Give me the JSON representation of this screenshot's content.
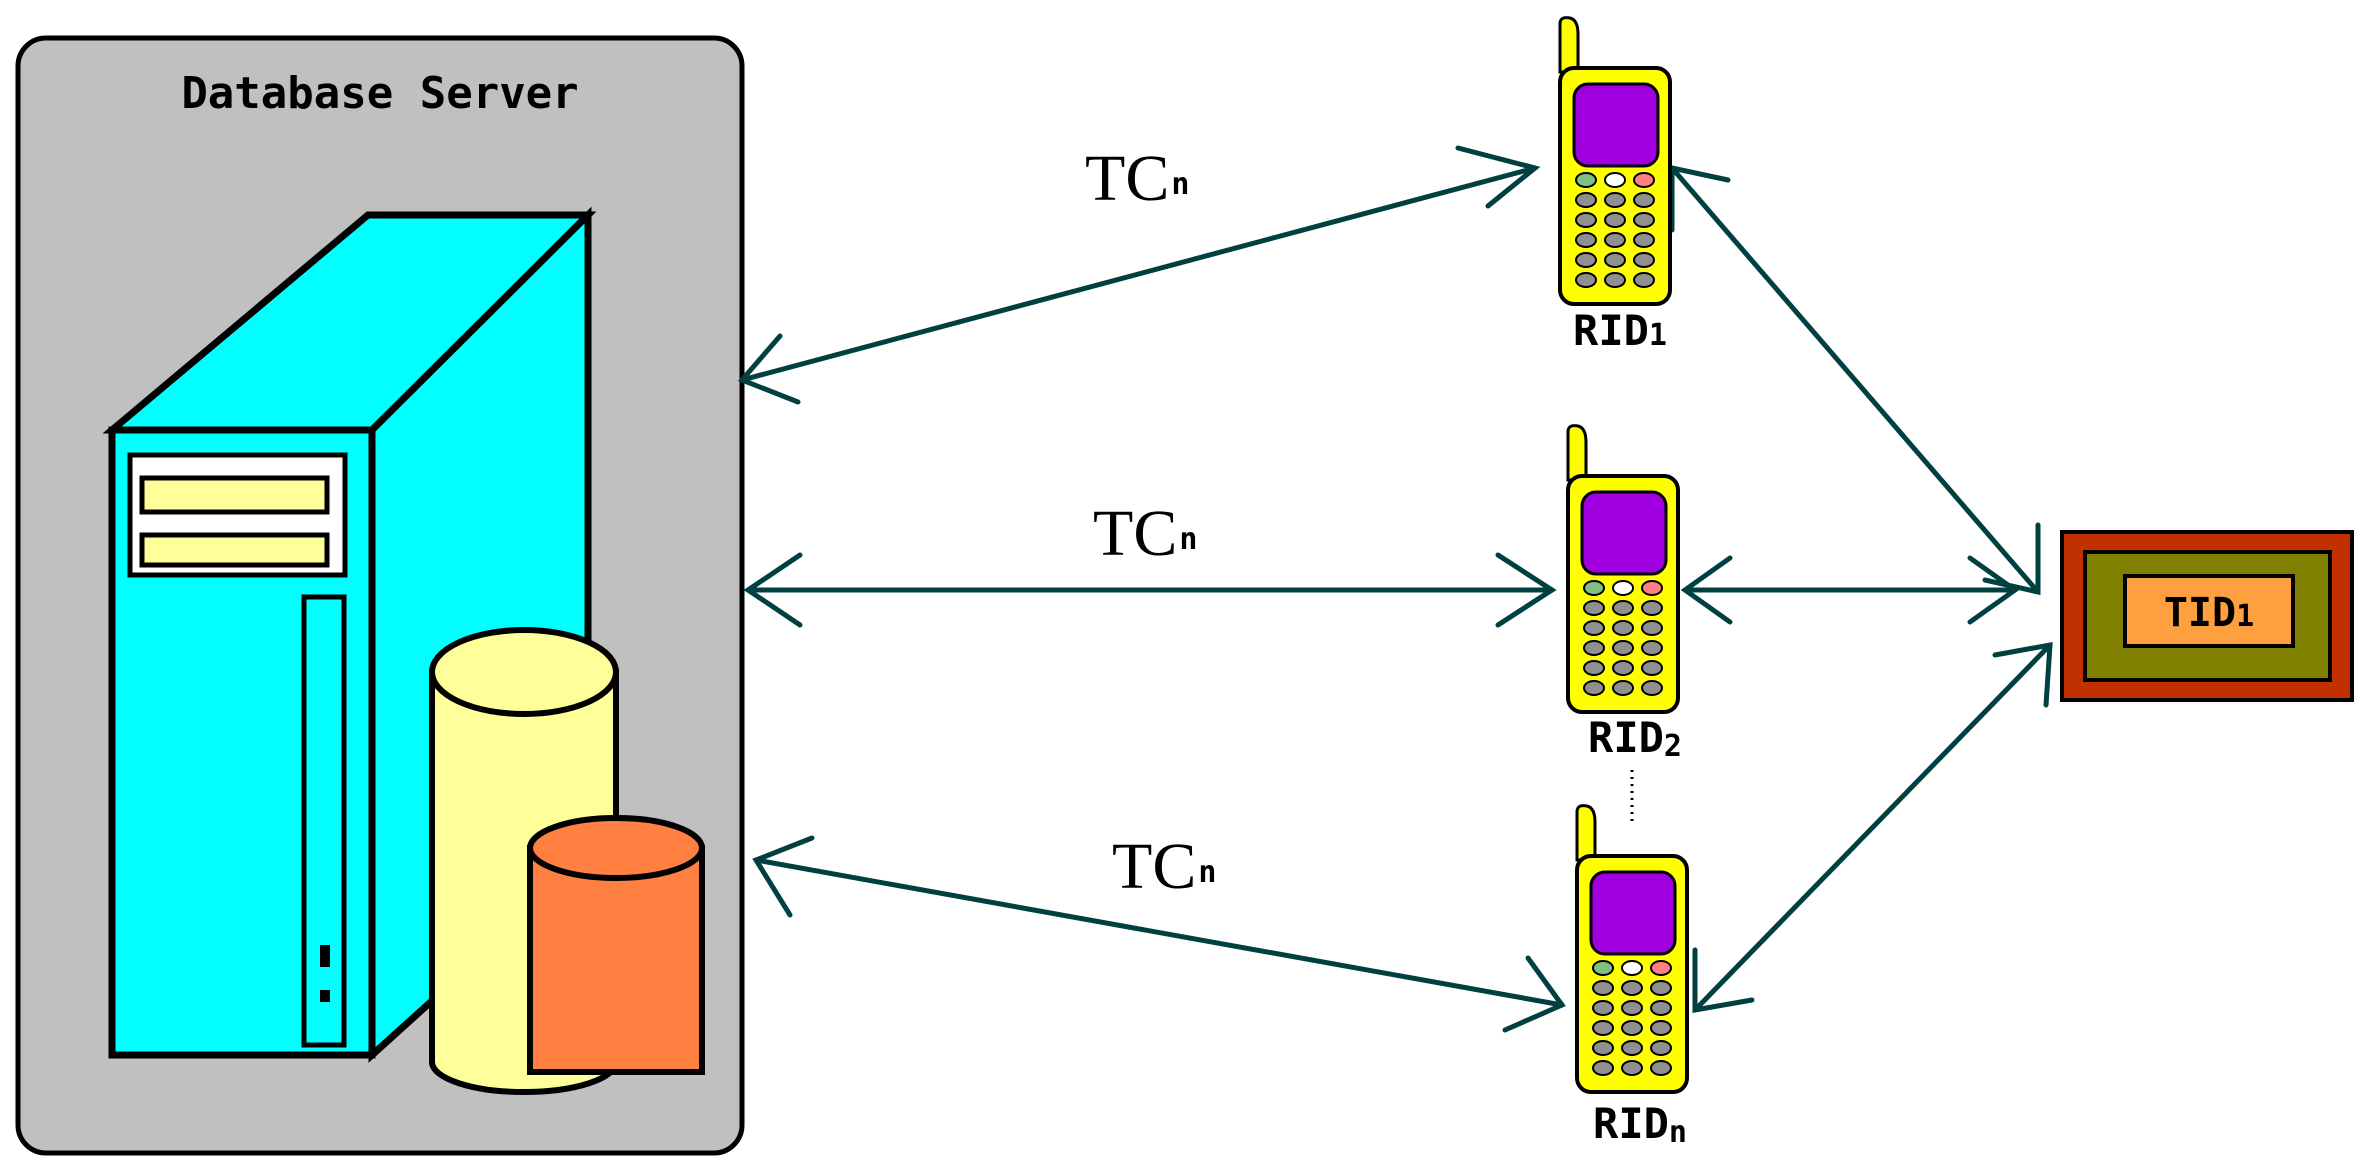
{
  "server_panel": {
    "title": "Database Server"
  },
  "links": [
    {
      "label_main": "TC",
      "label_sub": "n"
    },
    {
      "label_main": "TC",
      "label_sub": "n"
    },
    {
      "label_main": "TC",
      "label_sub": "n"
    }
  ],
  "readers": [
    {
      "label_main": "RID",
      "label_sub": "1"
    },
    {
      "label_main": "RID",
      "label_sub": "2"
    },
    {
      "label_main": "RID",
      "label_sub": "n"
    }
  ],
  "tag": {
    "label_main": "TID",
    "label_sub": "1"
  },
  "colors": {
    "panel_bg": "#c0c0c0",
    "server_face": "#00ffff",
    "cylinder_yellow": "#ffff99",
    "cylinder_orange": "#ff8040",
    "phone_body": "#ffff00",
    "phone_screen": "#a000e0",
    "arrow": "#004040",
    "tag_outer": "#c03000",
    "tag_middle": "#808000",
    "tag_inner": "#ffa040"
  },
  "icons": [
    "server-tower-icon",
    "database-cylinder-icon",
    "mobile-phone-icon",
    "rfid-tag-icon"
  ]
}
